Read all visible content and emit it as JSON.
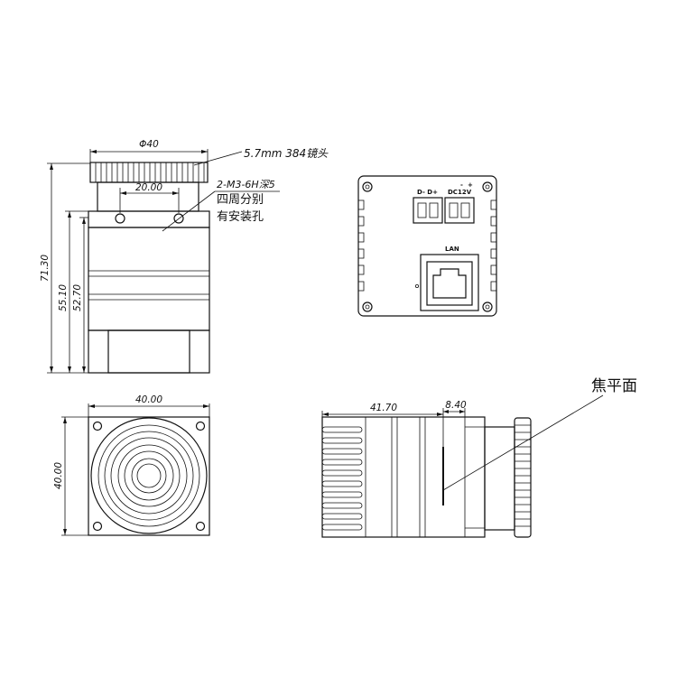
{
  "front": {
    "diameter_label": "Φ40",
    "hole_spacing_label": "20.00",
    "height_total": "71.30",
    "height_mid": "55.10",
    "height_body": "52.70",
    "lens_note": "5.7mm  384镜头",
    "mount_note_line1": "2-M3-6H深5",
    "mount_note_line2": "四周分别",
    "mount_note_line3": "有安装孔"
  },
  "back": {
    "pin_labels": "D-  D+",
    "power_label": "DC12V",
    "power_minus": "-",
    "power_plus": "+",
    "lan_label": "LAN"
  },
  "lens_face": {
    "width_label": "40.00",
    "height_label": "40.00"
  },
  "side": {
    "length_label": "41.70",
    "focal_offset_label": "8.40",
    "focal_plane_label": "焦平面"
  }
}
